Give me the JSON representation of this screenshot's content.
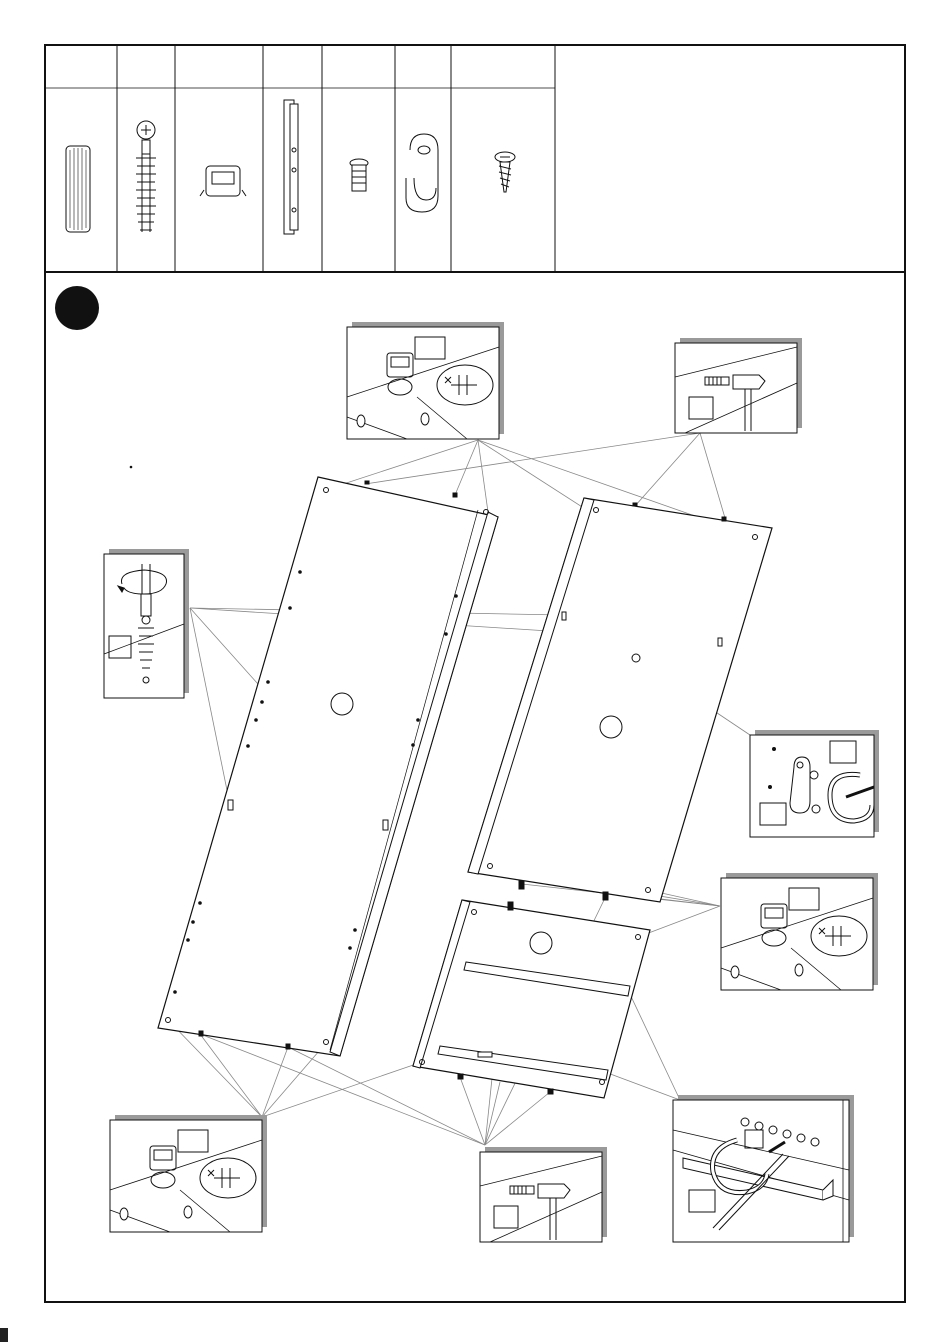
{
  "page": {
    "page_number": "",
    "step_number": ""
  },
  "parts_header": {
    "columns": [
      {
        "id": "dowel",
        "icon": "wooden-dowel-icon",
        "label": "",
        "qty": ""
      },
      {
        "id": "cam-bolt",
        "icon": "cam-bolt-icon",
        "label": "",
        "qty": ""
      },
      {
        "id": "cam-lock",
        "icon": "cam-lock-icon",
        "label": "",
        "qty": ""
      },
      {
        "id": "drawer-runner",
        "icon": "drawer-runner-icon",
        "label": "",
        "qty": ""
      },
      {
        "id": "insert-nut",
        "icon": "insert-nut-icon",
        "label": "",
        "qty": ""
      },
      {
        "id": "hanger-bracket",
        "icon": "hanger-bracket-icon",
        "label": "",
        "qty": ""
      },
      {
        "id": "screw",
        "icon": "wood-screw-icon",
        "label": "",
        "qty": ""
      }
    ]
  },
  "colors": {
    "ink": "#111111",
    "leader": "#888888",
    "shadow": "#9a9a9a",
    "paper": "#ffffff"
  },
  "callouts": [
    {
      "id": "camlock-top",
      "icon": "cam-lock-insert-icon"
    },
    {
      "id": "dowel-hammer-top",
      "icon": "hammer-dowel-icon"
    },
    {
      "id": "cambolt-screw-left",
      "icon": "screwdriver-bolt-icon"
    },
    {
      "id": "bracket-right",
      "icon": "hanger-bracket-wrench-icon"
    },
    {
      "id": "camlock-mid-right",
      "icon": "cam-lock-insert-icon"
    },
    {
      "id": "camlock-bottom-left",
      "icon": "cam-lock-insert-icon"
    },
    {
      "id": "dowel-hammer-bottom",
      "icon": "hammer-dowel-icon"
    },
    {
      "id": "runner-screw-bottom-right",
      "icon": "screwdriver-runner-icon"
    }
  ],
  "panels": [
    {
      "id": "panel-left-side",
      "label": ""
    },
    {
      "id": "panel-right-side",
      "label": ""
    },
    {
      "id": "panel-bottom",
      "label": ""
    }
  ]
}
